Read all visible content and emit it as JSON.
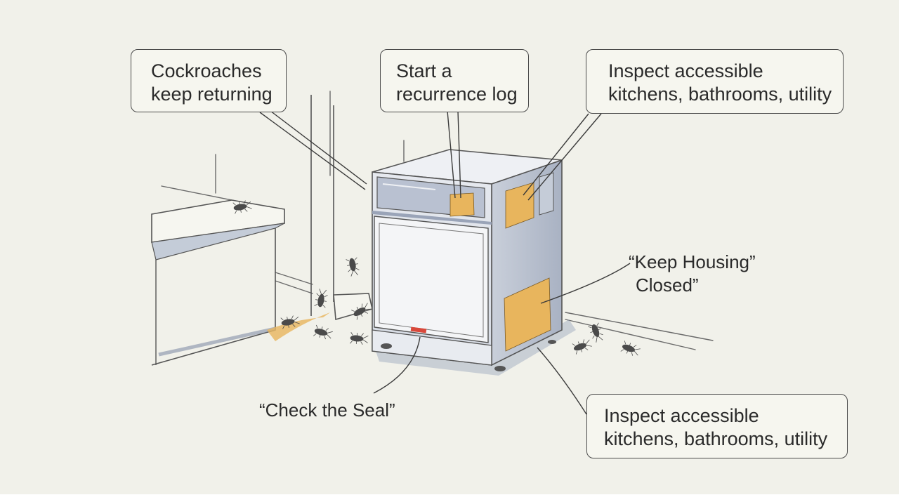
{
  "callouts": {
    "top_left": [
      "Cockroaches",
      "keep returning"
    ],
    "top_center": [
      "Start a",
      "recurrence log"
    ],
    "top_right": [
      "Inspect accessible",
      "kitchens, bathrooms, utility"
    ],
    "bottom_right": [
      "Inspect accessible",
      "kitchens, bathrooms, utility"
    ]
  },
  "quotes": {
    "keep_housing": [
      "“Keep Housing”",
      "Closed”"
    ],
    "check_seal": "“Check the Seal”"
  },
  "colors": {
    "background": "#f1f1ea",
    "appliance_body": "#d3d8e2",
    "appliance_shade": "#aab3c3",
    "tag_orange": "#e8b55d",
    "line": "#4a4a4a",
    "indicator_red": "#d9483b"
  },
  "icons": [
    "cockroach-icon"
  ]
}
